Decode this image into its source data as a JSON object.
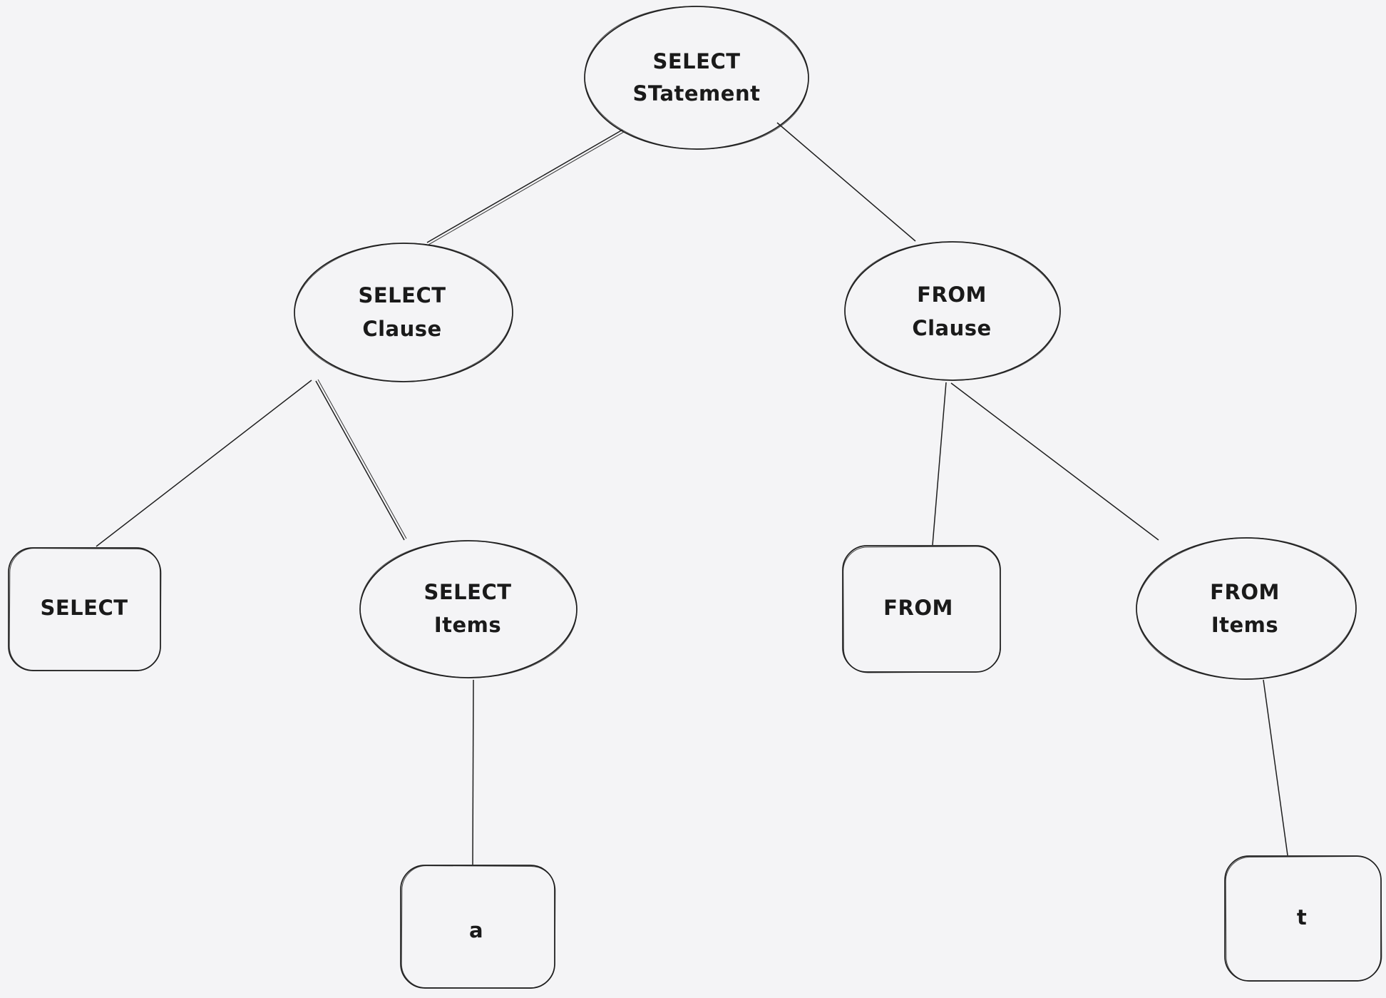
{
  "canvas": {
    "background_color": "#f4f4f6",
    "stroke_color": "#1e1e1e",
    "text_color": "#1a1a1a"
  },
  "diagram": {
    "type": "tree",
    "description": "Hand-drawn parse tree of a SQL SELECT statement",
    "nodes": {
      "select_statement": {
        "shape": "ellipse",
        "lines": [
          "SELECT",
          "STatement"
        ]
      },
      "select_clause": {
        "shape": "ellipse",
        "lines": [
          "SELECT",
          "Clause"
        ]
      },
      "from_clause": {
        "shape": "ellipse",
        "lines": [
          "FROM",
          "Clause"
        ]
      },
      "select_keyword": {
        "shape": "rectangle",
        "lines": [
          "SELECT"
        ]
      },
      "select_items": {
        "shape": "ellipse",
        "lines": [
          "SELECT",
          "Items"
        ]
      },
      "from_keyword": {
        "shape": "rectangle",
        "lines": [
          "FROM"
        ]
      },
      "from_items": {
        "shape": "ellipse",
        "lines": [
          "FROM",
          "Items"
        ]
      },
      "item_a": {
        "shape": "rectangle",
        "lines": [
          "a"
        ]
      },
      "item_t": {
        "shape": "rectangle",
        "lines": [
          "t"
        ]
      }
    },
    "edges": [
      {
        "from": "select_statement",
        "to": "select_clause"
      },
      {
        "from": "select_statement",
        "to": "from_clause"
      },
      {
        "from": "select_clause",
        "to": "select_keyword"
      },
      {
        "from": "select_clause",
        "to": "select_items"
      },
      {
        "from": "from_clause",
        "to": "from_keyword"
      },
      {
        "from": "from_clause",
        "to": "from_items"
      },
      {
        "from": "select_items",
        "to": "item_a"
      },
      {
        "from": "from_items",
        "to": "item_t"
      }
    ]
  }
}
